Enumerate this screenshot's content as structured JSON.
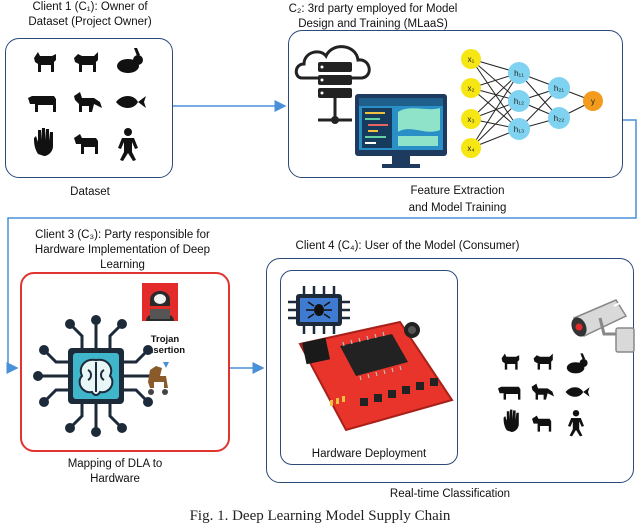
{
  "client1": {
    "title_line1": "Client 1 (C₁): Owner of",
    "title_line2": "Dataset (Project Owner)",
    "box_label": "Dataset"
  },
  "client2": {
    "title_line1": "C₂: 3rd party employed for Model",
    "title_line2": "Design and Training (MLaaS)",
    "label_line1": "Feature Extraction",
    "label_line2": "and  Model Training"
  },
  "client3": {
    "title_line1": "Client 3 (C₃): Party responsible for",
    "title_line2": "Hardware Implementation of Deep",
    "title_line3": "Learning",
    "trojan_line1": "Trojan",
    "trojan_line2": "Insertion",
    "label_line1": "Mapping of DLA to",
    "label_line2": "Hardware"
  },
  "client4": {
    "title": "Client 4 (C₄): User of the Model (Consumer)",
    "inner_label": "Hardware Deployment",
    "label": "Real-time Classification"
  },
  "network": {
    "inputs": [
      "x₁",
      "x₂",
      "x₃",
      "x₄"
    ],
    "hidden1": [
      "h₁₁",
      "h₁₂",
      "h₁₃"
    ],
    "hidden2": [
      "h₂₁",
      "h₂₂"
    ],
    "output": "y"
  },
  "caption": "Fig. 1.  Deep Learning Model Supply Chain",
  "icons": [
    "goat-icon",
    "dog-icon",
    "rabbit-icon",
    "cow-icon",
    "fox-icon",
    "fish-icon",
    "hand-icon",
    "calf-icon",
    "person-icon",
    "cloud-server-icon",
    "monitor-code-icon",
    "hacker-icon",
    "brain-chip-icon",
    "trojan-horse-icon",
    "spider-chip-icon",
    "circuit-board-icon",
    "security-camera-icon"
  ],
  "colors": {
    "box_border": "#2c4a78",
    "red_border": "#e0342f",
    "arrow": "#4a90d9",
    "input_node": "#f5e614",
    "hidden_node": "#7fd3f0",
    "output_node": "#f39b1c",
    "board": "#e8342a"
  }
}
